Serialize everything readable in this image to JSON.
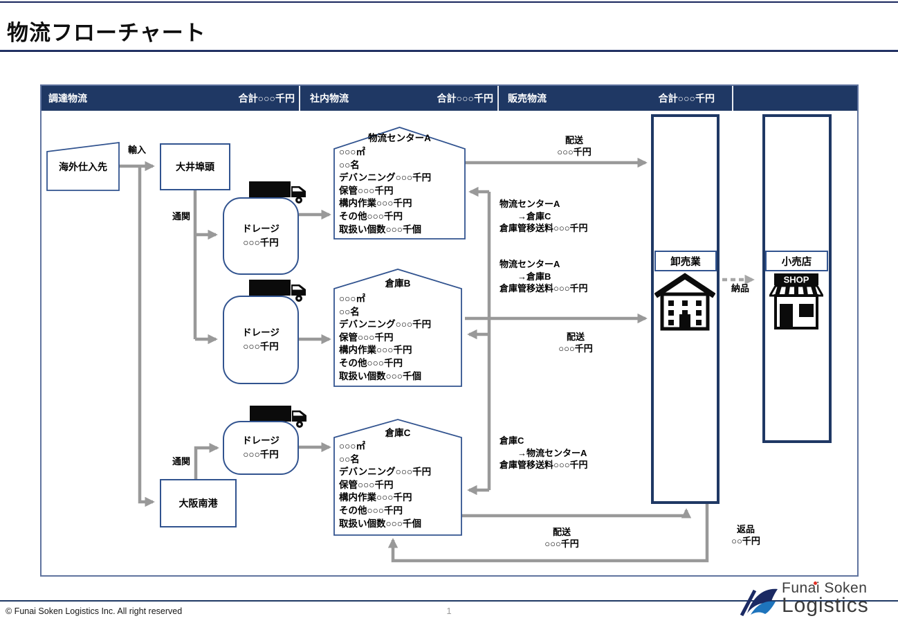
{
  "slide": {
    "title": "物流フローチャート",
    "page_number": "1",
    "copyright": "© Funai Soken Logistics Inc. All right reserved"
  },
  "logo": {
    "name_line": "Funai Soken",
    "word_line": "Logistics"
  },
  "header": {
    "sections": [
      {
        "label": "調達物流",
        "total": "合計○○○千円"
      },
      {
        "label": "社内物流",
        "total": "合計○○○千円"
      },
      {
        "label": "販売物流",
        "total": "合計○○○千円"
      }
    ]
  },
  "nodes": {
    "overseas_supplier": {
      "label": "海外仕入先"
    },
    "oi_wharf": {
      "label": "大井埠頭"
    },
    "osaka_nanko": {
      "label": "大阪南港"
    },
    "drayage_1": {
      "line1": "ドレージ",
      "line2": "○○○千円"
    },
    "drayage_2": {
      "line1": "ドレージ",
      "line2": "○○○千円"
    },
    "drayage_3": {
      "line1": "ドレージ",
      "line2": "○○○千円"
    },
    "center_a": {
      "title": "物流センターA",
      "lines": [
        "○○○㎡",
        "○○名",
        "デバンニング○○○千円",
        "保管○○○千円",
        "構内作業○○○千円",
        "その他○○○千円",
        "取扱い個数○○○千個"
      ]
    },
    "warehouse_b": {
      "title": "倉庫B",
      "lines": [
        "○○○㎡",
        "○○名",
        "デバンニング○○○千円",
        "保管○○○千円",
        "構内作業○○○千円",
        "その他○○○千円",
        "取扱い個数○○○千個"
      ]
    },
    "warehouse_c": {
      "title": "倉庫C",
      "lines": [
        "○○○㎡",
        "○○名",
        "デバンニング○○○千円",
        "保管○○○千円",
        "構内作業○○○千円",
        "その他○○○千円",
        "取扱い個数○○○千個"
      ]
    },
    "wholesaler": {
      "label": "卸売業"
    },
    "retailer": {
      "label": "小売店"
    }
  },
  "labels": {
    "import": "輸入",
    "customs_upper": "通関",
    "customs_lower": "通関",
    "delivery_top": {
      "line1": "配送",
      "line2": "○○○千円"
    },
    "delivery_middle": {
      "line1": "配送",
      "line2": "○○○千円"
    },
    "delivery_bottom": {
      "line1": "配送",
      "line2": "○○○千円"
    },
    "transfer_a_to_c": {
      "line1": "物流センターA",
      "line2": "→倉庫C",
      "line3": "倉庫管移送料○○○千円"
    },
    "transfer_a_to_b": {
      "line1": "物流センターA",
      "line2": "→倉庫B",
      "line3": "倉庫管移送料○○○千円"
    },
    "transfer_c_to_a": {
      "line1": "倉庫C",
      "line2": "→物流センターA",
      "line3": "倉庫管移送料○○○千円"
    },
    "handover": "納品",
    "returns": {
      "line1": "返品",
      "line2": "○○千円"
    }
  },
  "icons": {
    "truck": "truck-icon",
    "building": "wholesale-building-icon",
    "shop": "shop-storefront-icon",
    "shop_sign_text": "SHOP",
    "logo_mark": "funai-soken-wave-icon"
  },
  "colors": {
    "header_navy": "#1F3864",
    "box_border_navy": "#31538F",
    "frame_navy": "#5F739E",
    "arrow_gray": "#999999",
    "icon_black": "#0B0B0B",
    "logo_red": "#E03127",
    "logo_navy": "#1B2A63",
    "logo_blue": "#1E74BC"
  }
}
